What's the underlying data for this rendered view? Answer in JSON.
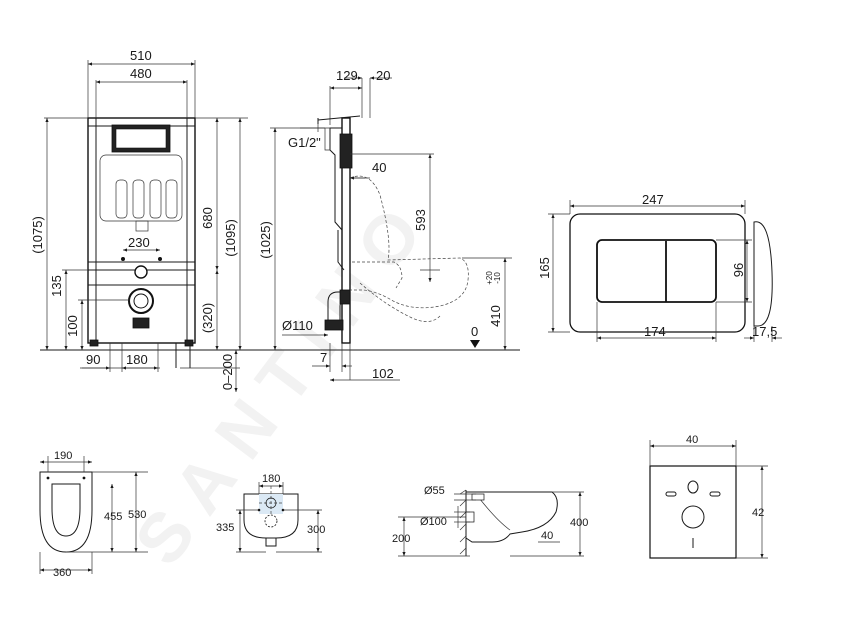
{
  "frame_front": {
    "top_width_outer": "510",
    "top_width_inner": "480",
    "left_height": "(1075)",
    "hole_spacing": "230",
    "height_680": "680",
    "height_1095": "(1095)",
    "left_135": "135",
    "left_100": "100",
    "right_320": "(320)",
    "bottom_90": "90",
    "bottom_180": "180",
    "adjust_range": "0–200"
  },
  "frame_side": {
    "top_129": "129",
    "top_20": "20",
    "connection": "G1/2\"",
    "depth_40": "40",
    "height_1025": "(1025)",
    "height_593": "593",
    "height_410": "410",
    "tol_plus": "+20",
    "tol_minus": "-10",
    "pipe": "Ø110",
    "zero": "0",
    "bottom_7": "7",
    "bottom_102": "102"
  },
  "flush_plate": {
    "width": "247",
    "height": "165",
    "button_width": "174",
    "button_height": "96",
    "depth": "17,5"
  },
  "bowl_top": {
    "width": "190",
    "length_455": "455",
    "length_530": "530",
    "base_width": "360"
  },
  "bowl_back": {
    "width": "180",
    "h335": "335",
    "h300": "300"
  },
  "bowl_side": {
    "d55": "Ø55",
    "d100": "Ø100",
    "h200": "200",
    "h400": "400",
    "d40": "40"
  },
  "sound_pad": {
    "width": "40",
    "height": "42"
  },
  "watermark": "SANTINO"
}
